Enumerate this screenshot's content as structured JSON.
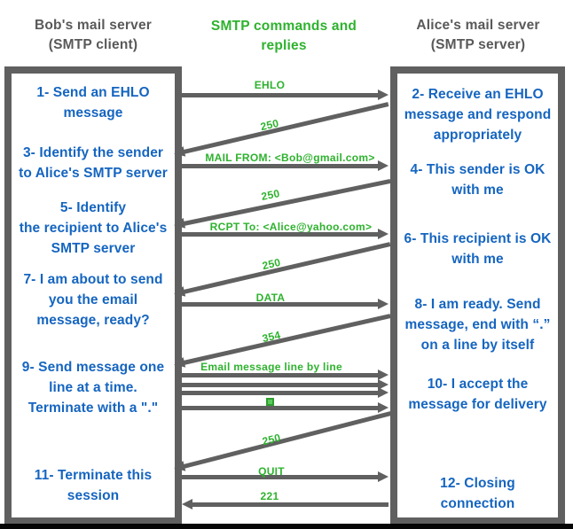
{
  "title": "SMTP exchange between Bob's and Alice's mail servers",
  "header": {
    "left": {
      "lines": [
        "Bob's mail server",
        "(SMTP client)"
      ]
    },
    "middle": {
      "lines": [
        "SMTP commands and",
        "replies"
      ]
    },
    "right": {
      "lines": [
        "Alice's mail server",
        "(SMTP server)"
      ]
    }
  },
  "colors": {
    "accent_green": "#2eb22e",
    "step_blue": "#1565c0",
    "server_gray": "#606060",
    "bottom_bar_black": "#060606"
  },
  "client_box": {
    "role": "SMTP client",
    "steps": [
      {
        "lines": [
          "1- Send an EHLO",
          "message"
        ]
      },
      {
        "lines": [
          "3- Identify the sender",
          "to Alice's SMTP server"
        ]
      },
      {
        "lines": [
          "5- Identify",
          "the recipient to Alice's",
          "SMTP server"
        ]
      },
      {
        "lines": [
          "7- I am about to send",
          "you the email",
          "message, ready?"
        ]
      },
      {
        "lines": [
          "9- Send message one",
          "line at a time.",
          "Terminate with a \".\""
        ]
      },
      {
        "lines": [
          "11- Terminate this",
          "session"
        ]
      }
    ]
  },
  "server_box": {
    "role": "SMTP server",
    "steps": [
      {
        "lines": [
          "2- Receive an EHLO",
          "message and respond",
          "appropriately"
        ]
      },
      {
        "lines": [
          "4- This sender is OK",
          "with me"
        ]
      },
      {
        "lines": [
          "6- This recipient is OK",
          "with me"
        ]
      },
      {
        "lines": [
          "8-  I am ready. Send",
          "message, end with “.”",
          "on a line by itself"
        ]
      },
      {
        "lines": [
          "10-  I accept the",
          "message for delivery"
        ]
      },
      {
        "lines": [
          "12-  Closing",
          "connection"
        ]
      }
    ]
  },
  "messages": [
    {
      "label": "EHLO",
      "direction": "client-to-server",
      "type": "horizontal"
    },
    {
      "label": "250",
      "direction": "server-to-client",
      "type": "diagonal"
    },
    {
      "label": "MAIL FROM: <Bob@gmail.com>",
      "direction": "client-to-server",
      "type": "horizontal"
    },
    {
      "label": "250",
      "direction": "server-to-client",
      "type": "diagonal"
    },
    {
      "label": "RCPT To: <Alice@yahoo.com>",
      "direction": "client-to-server",
      "type": "horizontal"
    },
    {
      "label": "250",
      "direction": "server-to-client",
      "type": "diagonal"
    },
    {
      "label": "DATA",
      "direction": "client-to-server",
      "type": "horizontal"
    },
    {
      "label": "354",
      "direction": "server-to-client",
      "type": "diagonal"
    },
    {
      "label": "Email message line by line",
      "direction": "client-to-server",
      "type": "horizontal",
      "arrow_count": 4
    },
    {
      "label": "▪",
      "icon": "green-square-icon",
      "direction": "client-to-server",
      "type": "horizontal",
      "meaning": "terminating dot line"
    },
    {
      "label": "250",
      "direction": "server-to-client",
      "type": "diagonal"
    },
    {
      "label": "QUIT",
      "direction": "client-to-server",
      "type": "horizontal"
    },
    {
      "label": "221",
      "direction": "server-to-client",
      "type": "horizontal"
    }
  ]
}
